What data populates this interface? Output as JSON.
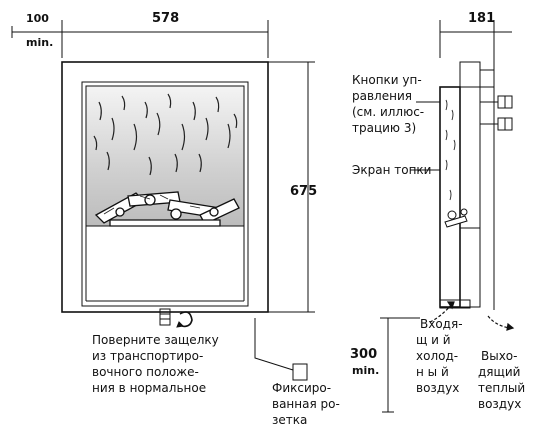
{
  "dimensions": {
    "side_clearance": "100",
    "side_clearance_unit": "min.",
    "width": "578",
    "height": "675",
    "depth": "181",
    "floor_clearance": "300",
    "floor_clearance_unit": "min."
  },
  "labels": {
    "control_buttons": [
      "Кнопки уп-",
      "равления",
      "(см. иллюс-",
      "трацию 3)"
    ],
    "firebox_screen": "Экран топки",
    "latch_note": [
      "Поверните защелку",
      "из транспортиро-",
      "вочного положе-",
      "ния в нормальное"
    ],
    "fixed_socket": [
      "Фиксиро-",
      "ванная ро-",
      "зетка"
    ],
    "incoming_air": [
      "Входя-",
      "щ  и  й",
      "холод-",
      "н  ы  й",
      "воздух"
    ],
    "outgoing_air": [
      "Выхо-",
      "дящий",
      "теплый",
      "воздух"
    ]
  },
  "colors": {
    "line": "#111111",
    "background": "#ffffff",
    "firebox_fill": "#dcdcdc"
  }
}
